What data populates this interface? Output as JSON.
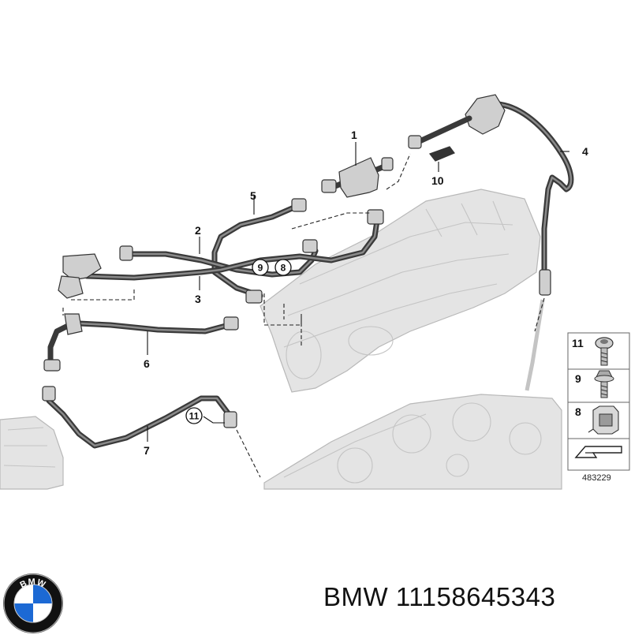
{
  "callouts": {
    "c1": "1",
    "c2": "2",
    "c3": "3",
    "c4": "4",
    "c5": "5",
    "c6": "6",
    "c7": "7",
    "c8": "8",
    "c9": "9",
    "c10": "10",
    "c11": "11"
  },
  "legend": {
    "items": [
      {
        "number": "11",
        "icon": "torx-screw-icon"
      },
      {
        "number": "9",
        "icon": "flange-bolt-icon"
      },
      {
        "number": "8",
        "icon": "clip-icon"
      }
    ],
    "diagram_id": "483229"
  },
  "brand": {
    "name": "BMW 11158645343",
    "logo_text": "BMW",
    "colors": {
      "logo_blue": "#1c69d4",
      "logo_ring": "#111111"
    }
  }
}
